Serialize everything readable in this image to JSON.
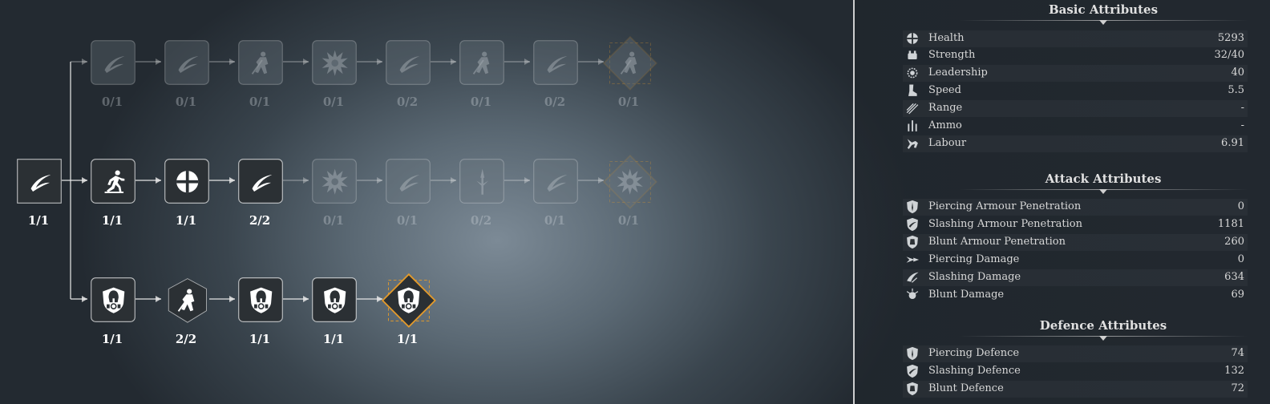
{
  "skill_tree": {
    "rows": [
      {
        "name": "row-top",
        "nodes": [
          {
            "icon": "crescent-slash-icon",
            "count": "0/1",
            "active": false
          },
          {
            "icon": "crescent-slash-icon",
            "count": "0/1",
            "active": false
          },
          {
            "icon": "lunging-knight-icon",
            "count": "0/1",
            "active": false
          },
          {
            "icon": "spiked-burst-icon",
            "count": "0/1",
            "active": false
          },
          {
            "icon": "crescent-slash-icon",
            "count": "0/2",
            "active": false
          },
          {
            "icon": "lunging-knight-icon",
            "count": "0/1",
            "active": false
          },
          {
            "icon": "crescent-slash-icon",
            "count": "0/2",
            "active": false
          },
          {
            "icon": "lunging-knight-icon",
            "count": "0/1",
            "active": false,
            "ultimate": true
          }
        ]
      },
      {
        "name": "row-middle",
        "nodes": [
          {
            "icon": "crescent-slash-icon",
            "count": "1/1",
            "active": true,
            "root": true
          },
          {
            "icon": "sprinting-figure-icon",
            "count": "1/1",
            "active": true
          },
          {
            "icon": "health-cross-icon",
            "count": "1/1",
            "active": true
          },
          {
            "icon": "crescent-slash-icon",
            "count": "2/2",
            "active": true
          },
          {
            "icon": "spiked-burst-icon",
            "count": "0/1",
            "active": false
          },
          {
            "icon": "crescent-slash-icon",
            "count": "0/1",
            "active": false
          },
          {
            "icon": "piercing-spear-icon",
            "count": "0/2",
            "active": false
          },
          {
            "icon": "crescent-slash-icon",
            "count": "0/1",
            "active": false
          },
          {
            "icon": "spiked-burst-icon",
            "count": "0/1",
            "active": false,
            "ultimate": true
          }
        ]
      },
      {
        "name": "row-bottom",
        "nodes": [
          {
            "icon": "spartan-shield-icon",
            "count": "1/1",
            "active": true
          },
          {
            "icon": "lunging-knight-icon",
            "count": "2/2",
            "active": true,
            "hex": true
          },
          {
            "icon": "spartan-shield-icon",
            "count": "1/1",
            "active": true
          },
          {
            "icon": "spartan-shield-icon",
            "count": "1/1",
            "active": true
          },
          {
            "icon": "spartan-shield-icon",
            "count": "1/1",
            "active": true,
            "ultimate": true
          }
        ]
      }
    ]
  },
  "colors": {
    "accent": "#e39a2b",
    "active_tile": "#2b3034",
    "inactive_tile": "#6b767f",
    "text": "#ffffff"
  },
  "attributes": {
    "sections": [
      {
        "title": "Basic Attributes",
        "rows": [
          {
            "icon": "health-cross-icon",
            "label": "Health",
            "value": "5293"
          },
          {
            "icon": "strength-icon",
            "label": "Strength",
            "value": "32/40"
          },
          {
            "icon": "leadership-icon",
            "label": "Leadership",
            "value": "40"
          },
          {
            "icon": "speed-boot-icon",
            "label": "Speed",
            "value": "5.5"
          },
          {
            "icon": "range-arrows-icon",
            "label": "Range",
            "value": "-"
          },
          {
            "icon": "ammo-icon",
            "label": "Ammo",
            "value": "-"
          },
          {
            "icon": "labour-icon",
            "label": "Labour",
            "value": "6.91"
          }
        ]
      },
      {
        "title": "Attack Attributes",
        "rows": [
          {
            "icon": "piercing-penetration-icon",
            "label": "Piercing Armour Penetration",
            "value": "0"
          },
          {
            "icon": "slashing-penetration-icon",
            "label": "Slashing Armour Penetration",
            "value": "1181"
          },
          {
            "icon": "blunt-penetration-icon",
            "label": "Blunt Armour Penetration",
            "value": "260"
          },
          {
            "icon": "piercing-damage-icon",
            "label": "Piercing Damage",
            "value": "0"
          },
          {
            "icon": "slashing-damage-icon",
            "label": "Slashing Damage",
            "value": "634"
          },
          {
            "icon": "blunt-damage-icon",
            "label": "Blunt Damage",
            "value": "69"
          }
        ]
      },
      {
        "title": "Defence Attributes",
        "rows": [
          {
            "icon": "piercing-defence-icon",
            "label": "Piercing Defence",
            "value": "74"
          },
          {
            "icon": "slashing-defence-icon",
            "label": "Slashing Defence",
            "value": "132"
          },
          {
            "icon": "blunt-defence-icon",
            "label": "Blunt Defence",
            "value": "72"
          }
        ]
      }
    ]
  }
}
